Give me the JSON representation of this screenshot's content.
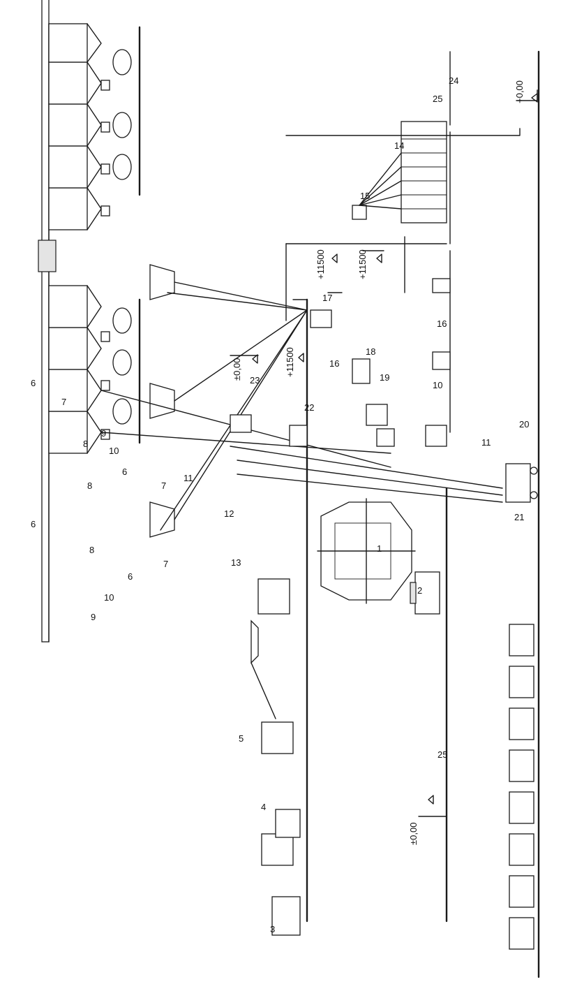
{
  "labels": {
    "l1": "1",
    "l2": "2",
    "l3": "3",
    "l4": "4",
    "l5": "5",
    "l6a": "6",
    "l6b": "6",
    "l6c": "6",
    "l6d": "6",
    "l7a": "7",
    "l7b": "7",
    "l7c": "7",
    "l8a": "8",
    "l8b": "8",
    "l8c": "8",
    "l9a": "9",
    "l9b": "9",
    "l10a": "10",
    "l10b": "10",
    "l10c": "10",
    "l11a": "11",
    "l11b": "11",
    "l12": "12",
    "l13": "13",
    "l14": "14",
    "l15": "15",
    "l16a": "16",
    "l16b": "16",
    "l17": "17",
    "l18": "18",
    "l19": "19",
    "l20": "20",
    "l21": "21",
    "l22": "22",
    "l23": "23",
    "l24": "24",
    "l25a": "25",
    "l25b": "25"
  },
  "levels": {
    "zero_top": "+0,00",
    "zero_bottom": "±0,00",
    "zero_mid": "±0,00",
    "plus11500_a": "+11500",
    "plus11500_b": "+11500",
    "plus11500_c": "+11500"
  }
}
